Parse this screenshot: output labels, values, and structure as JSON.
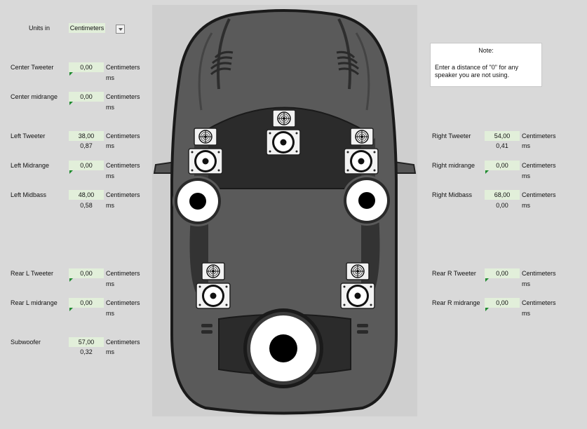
{
  "units": {
    "label": "Units in",
    "value": "Centimeters"
  },
  "note": {
    "title": "Note:",
    "text": "Enter a distance of \"0\" for any speaker you are not using."
  },
  "unit_label": "Centimeters",
  "ms_label": "ms",
  "left_speakers": [
    {
      "label": "Center Tweeter",
      "distance": "0,00",
      "ms": ""
    },
    {
      "label": "Center midrange",
      "distance": "0,00",
      "ms": ""
    },
    {
      "label": "Left Tweeter",
      "distance": "38,00",
      "ms": "0,87"
    },
    {
      "label": "Left Midrange",
      "distance": "0,00",
      "ms": ""
    },
    {
      "label": "Left Midbass",
      "distance": "48,00",
      "ms": "0,58"
    },
    {
      "label": "Rear L Tweeter",
      "distance": "0,00",
      "ms": ""
    },
    {
      "label": "Rear L midrange",
      "distance": "0,00",
      "ms": ""
    },
    {
      "label": "Subwoofer",
      "distance": "57,00",
      "ms": "0,32"
    }
  ],
  "right_speakers": [
    {
      "label": "Right Tweeter",
      "distance": "54,00",
      "ms": "0,41"
    },
    {
      "label": "Right midrange",
      "distance": "0,00",
      "ms": ""
    },
    {
      "label": "Right Midbass",
      "distance": "68,00",
      "ms": "0,00"
    },
    {
      "label": "Rear R Tweeter",
      "distance": "0,00",
      "ms": ""
    },
    {
      "label": "Rear R midrange",
      "distance": "0,00",
      "ms": ""
    }
  ],
  "colors": {
    "input_fill": "#e2efda",
    "comment_flag": "#1e8a2e",
    "car_body": "#555555"
  },
  "car_icon": "car-top-view-icon"
}
